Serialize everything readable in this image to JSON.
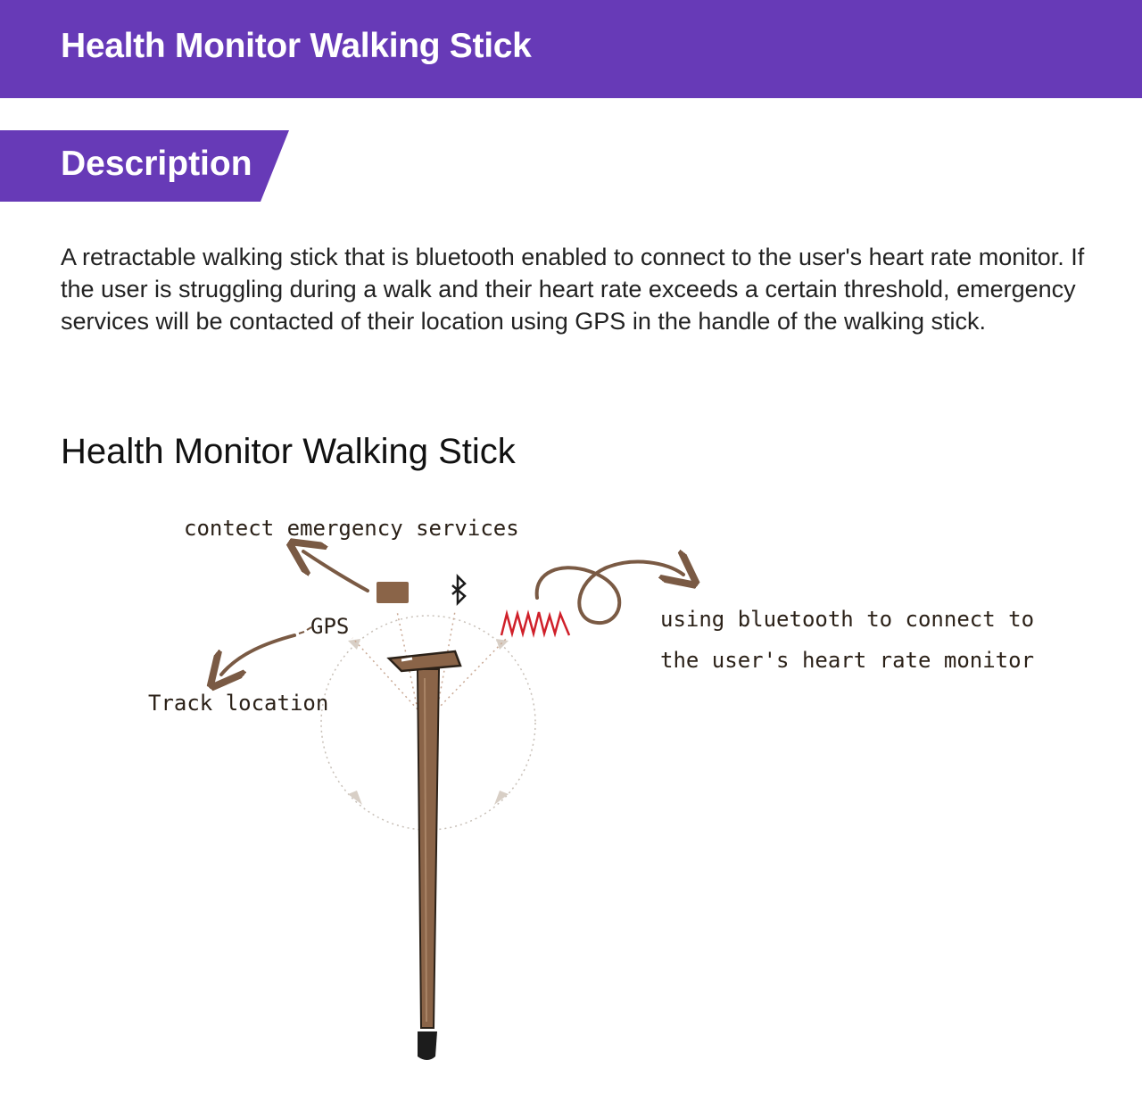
{
  "header": {
    "title": "Health Monitor Walking Stick"
  },
  "section": {
    "label": "Description"
  },
  "description": {
    "text": "A retractable walking stick that is bluetooth enabled to connect to the user's heart rate monitor. If the user is struggling during a walk and their heart rate exceeds a certain threshold, emergency services will be contacted of their location using GPS in the handle of the walking stick."
  },
  "figure": {
    "title": "Health Monitor Walking Stick",
    "annotations": {
      "contact": "contect emergency services",
      "gps": "GPS",
      "track": "Track location",
      "bluetooth_line1": "using bluetooth to connect to",
      "bluetooth_line2": "the user's heart rate monitor"
    }
  },
  "colors": {
    "header_bg": "#673ab7",
    "header_text": "#ffffff",
    "stick_brown": "#8a6448",
    "heart_red": "#d0202a"
  }
}
